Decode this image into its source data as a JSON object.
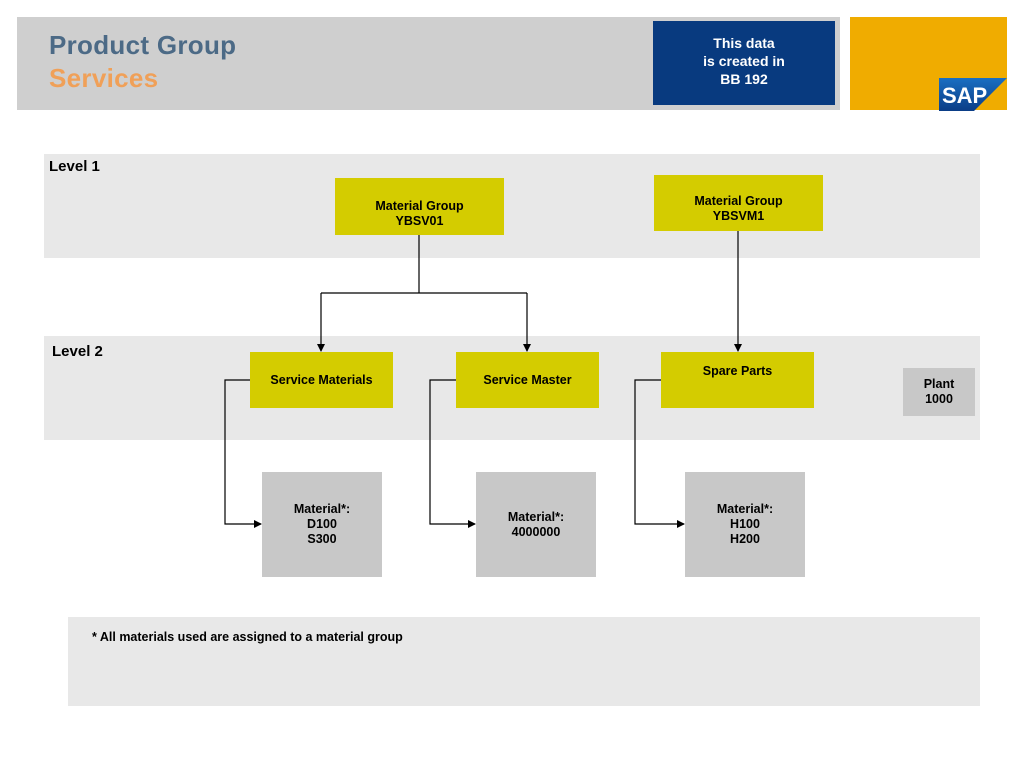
{
  "header": {
    "title_line1": "Product Group",
    "title_line2": "Services",
    "note": [
      "This data",
      "is created in",
      "BB 192"
    ],
    "logo_text": "SAP"
  },
  "levels": {
    "level1": "Level 1",
    "level2": "Level 2"
  },
  "material_groups": [
    {
      "line1": "Material Group",
      "line2": "YBSV01"
    },
    {
      "line1": "Material Group",
      "line2": "YBSVM1"
    }
  ],
  "categories": [
    {
      "label": "Service Materials"
    },
    {
      "label": "Service Master"
    },
    {
      "label": "Spare Parts"
    }
  ],
  "plant": {
    "line1": "Plant",
    "line2": "1000"
  },
  "materials": [
    {
      "line1": "Material*:",
      "line2": "D100",
      "line3": "S300"
    },
    {
      "line1": "Material*:",
      "line2": "4000000"
    },
    {
      "line1": "Material*:",
      "line2": "H100",
      "line3": "H200"
    }
  ],
  "footnote": "* All materials used are assigned to a material group",
  "colors": {
    "title_blue": "#4c6a86",
    "title_orange": "#f0a058",
    "note_navy": "#083a7f",
    "sap_gold": "#f0ac00",
    "box_yellow": "#d4cc00",
    "box_grey": "#c8c8c8",
    "band_grey": "#e8e8e8"
  }
}
